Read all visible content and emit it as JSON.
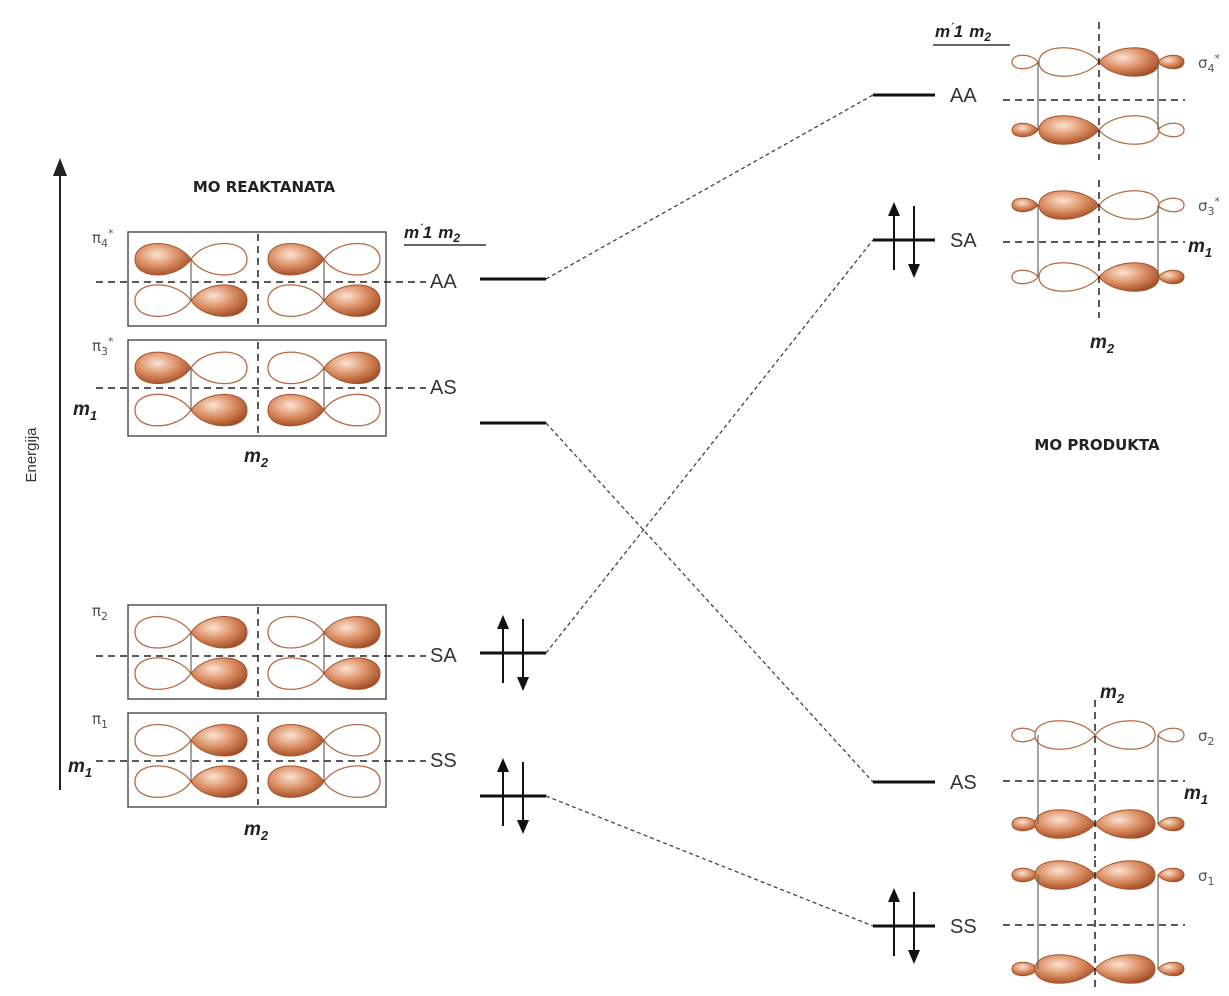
{
  "axis": {
    "label": "Energija"
  },
  "reactants": {
    "title": "MO REAKTANATA",
    "symmetry_header": "m´1 m2",
    "m1_label": "m",
    "m1_sub": "1",
    "m2_label": "m",
    "m2_sub": "2",
    "orbitals": [
      {
        "name": "π4*",
        "symmetry": "AA",
        "electrons": 0
      },
      {
        "name": "π3*",
        "symmetry": "AS",
        "electrons": 0
      },
      {
        "name": "π2",
        "symmetry": "SA",
        "electrons": 2
      },
      {
        "name": "π1",
        "symmetry": "SS",
        "electrons": 2
      }
    ]
  },
  "products": {
    "title": "MO PRODUKTA",
    "symmetry_header": "m´1 m2",
    "m1_label": "m",
    "m1_sub": "1",
    "m2_label": "m",
    "m2_sub": "2",
    "orbitals": [
      {
        "name": "σ4*",
        "symmetry": "AA",
        "electrons": 0
      },
      {
        "name": "σ3*",
        "symmetry": "SA",
        "electrons": 2
      },
      {
        "name": "σ2",
        "symmetry": "AS",
        "electrons": 0
      },
      {
        "name": "σ1",
        "symmetry": "SS",
        "electrons": 2
      }
    ]
  },
  "correlations": [
    {
      "from": "AA",
      "to": "AA"
    },
    {
      "from": "AS",
      "to": "AS"
    },
    {
      "from": "SA",
      "to": "SA"
    },
    {
      "from": "SS",
      "to": "SS"
    }
  ],
  "colors": {
    "lobe": "#d98a5e",
    "lobe_dark": "#a8532b",
    "outline": "#b86a45",
    "line": "#222222"
  }
}
